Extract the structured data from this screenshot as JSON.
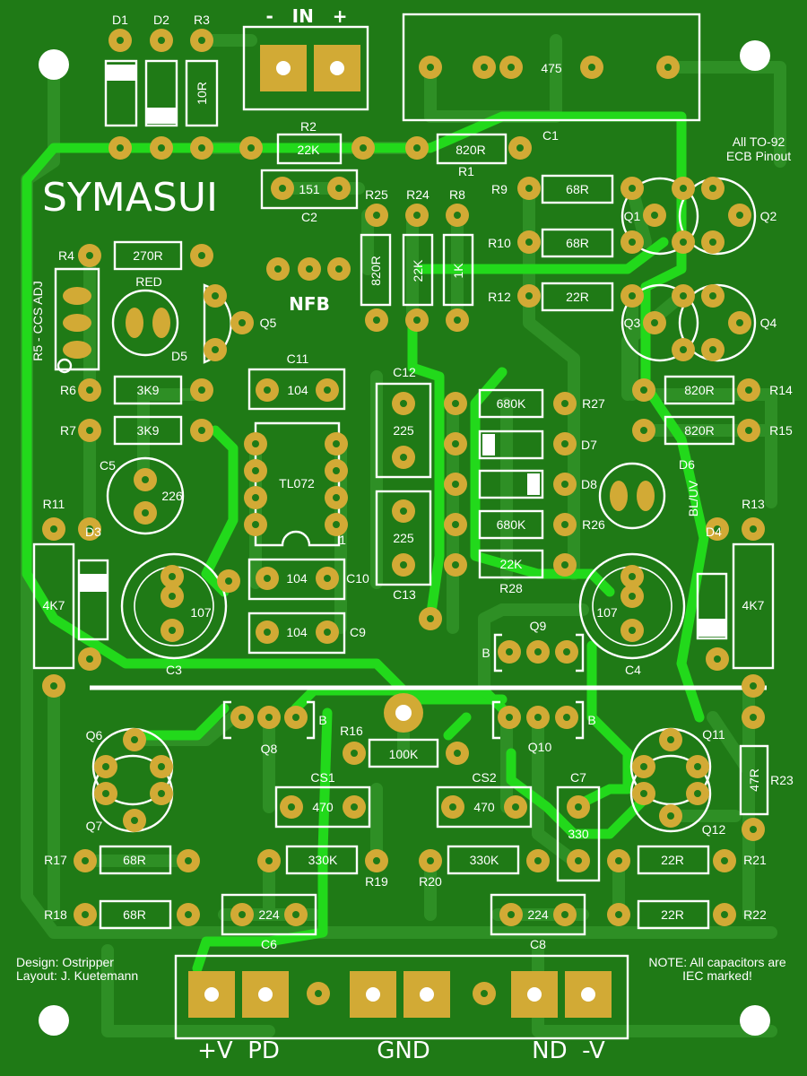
{
  "board": {
    "title": "SYMASUI",
    "nfb": "NFB",
    "input_label": "-   IN   +",
    "pot_value": "475",
    "pinout_note_1": "All TO-92",
    "pinout_note_2": "ECB Pinout",
    "ccs_adj": "R5 - CCS ADJ",
    "led_red": "RED",
    "opamp": "TL072",
    "opamp_pin1": "1",
    "led_bluv": "BL/UV",
    "credit_design": "Design: Ostripper",
    "credit_layout": "Layout: J. Kuetemann",
    "note_1": "NOTE: All capacitors are",
    "note_2": "IEC marked!",
    "out_vpd": "+V  PD",
    "out_gnd": "GND",
    "out_ndv": "ND  -V"
  },
  "parts": {
    "D1": "D1",
    "D2": "D2",
    "R3": "R3",
    "R3_val": "10R",
    "R2": "R2",
    "R2_val": "22K",
    "R1": "R1",
    "R1_val": "820R",
    "C1": "C1",
    "C2": "C2",
    "C2_val": "151",
    "R25": "R25",
    "R25_val": "820R",
    "R24": "R24",
    "R24_val": "22K",
    "R8": "R8",
    "R8_val": "1K",
    "R9": "R9",
    "R9_val": "68R",
    "R10": "R10",
    "R10_val": "68R",
    "R12": "R12",
    "R12_val": "22R",
    "Q1": "Q1",
    "Q2": "Q2",
    "Q3": "Q3",
    "Q4": "Q4",
    "R4": "R4",
    "R4_val": "270R",
    "Q5": "Q5",
    "D5": "D5",
    "R6": "R6",
    "R6_val": "3K9",
    "R7": "R7",
    "R7_val": "3K9",
    "C11": "C11",
    "C11_val": "104",
    "C12": "C12",
    "C12_val": "225",
    "R27": "R27",
    "R27_val": "680K",
    "D7": "D7",
    "D8": "D8",
    "R26": "R26",
    "R26_val": "680K",
    "R28": "R28",
    "R28_val": "22K",
    "C13": "C13",
    "C13_val": "225",
    "R14": "R14",
    "R14_val": "820R",
    "R15": "R15",
    "R15_val": "820R",
    "D6": "D6",
    "C5": "C5",
    "C5_val": "226",
    "R11": "R11",
    "R11_val": "4K7",
    "D3": "D3",
    "C3": "C3",
    "C3_val": "107",
    "C10": "C10",
    "C10_val": "104",
    "C9": "C9",
    "C9_val": "104",
    "C4": "C4",
    "C4_val": "107",
    "R13": "R13",
    "R13_val": "4K7",
    "D4": "D4",
    "Q9": "Q9",
    "Q6": "Q6",
    "Q7": "Q7",
    "Q8": "Q8",
    "R16": "R16",
    "R16_val": "100K",
    "Q10": "Q10",
    "Q11": "Q11",
    "Q12": "Q12",
    "R23": "R23",
    "R23_val": "47R",
    "CS1": "CS1",
    "CS1_val": "470",
    "CS2": "CS2",
    "CS2_val": "470",
    "C7": "C7",
    "C7_val": "330",
    "R17": "R17",
    "R17_val": "68R",
    "R19": "R19",
    "R19_val": "330K",
    "R20": "R20",
    "R20_val": "330K",
    "R21": "R21",
    "R21_val": "22R",
    "R18": "R18",
    "R18_val": "68R",
    "C6": "C6",
    "C6_val": "224",
    "C8": "C8",
    "C8_val": "224",
    "R22": "R22",
    "R22_val": "22R",
    "B": "B"
  },
  "colors": {
    "board": "#1f7a16",
    "copper_trace": "#2e8f25",
    "bright_trace": "#22d91b",
    "pad": "#d2aa35",
    "silkscreen": "#ffffff"
  }
}
